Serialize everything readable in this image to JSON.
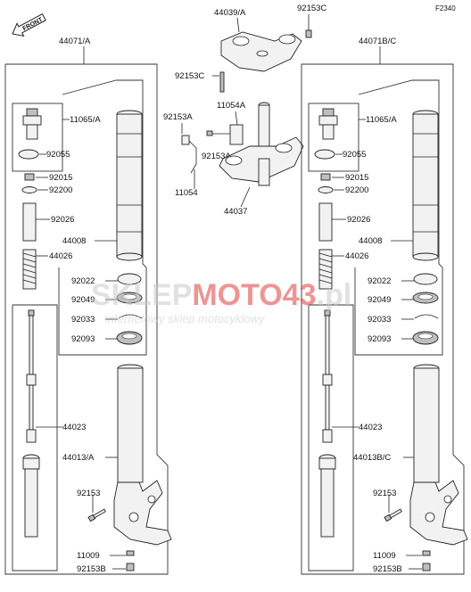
{
  "diagram": {
    "code": "F2340",
    "front_label": "FRONT",
    "watermark": {
      "part1": "SKLEP",
      "part2": "MOTO",
      "part3": "43",
      "part4": ".pl",
      "subtitle": "internetowy sklep motocyklowy",
      "color_gray": "#c9c9c9",
      "color_red": "#e23b3b"
    },
    "labels": {
      "top_clamp": "44039/A",
      "top_bolt": "92153C",
      "left_fork": "44071/A",
      "right_fork": "44071B/C",
      "stem_bolt_left": "92153C",
      "bracket": "11054A",
      "clamp_bolt": "92153A",
      "clamp_bolt2": "92153A",
      "guide": "11054",
      "lower_bracket": "44037",
      "cap_l": "11065/A",
      "oring_l": "92055",
      "nut_l": "92015",
      "washer_l": "92200",
      "collar_l": "92026",
      "spring_l": "44026",
      "tube_l": "44008",
      "seal1_l": "92022",
      "seal2_l": "92049",
      "clip_l": "92033",
      "dust_l": "92093",
      "rod_l": "44023",
      "outer_l": "44013/A",
      "axlebolt_l": "92153",
      "drain_l": "11009",
      "bottombolt_l": "92153B",
      "cap_r": "11065/A",
      "oring_r": "92055",
      "nut_r": "92015",
      "washer_r": "92200",
      "collar_r": "92026",
      "spring_r": "44026",
      "tube_r": "44008",
      "seal1_r": "92022",
      "seal2_r": "92049",
      "clip_r": "92033",
      "dust_r": "92093",
      "rod_r": "44023",
      "outer_r": "44013B/C",
      "axlebolt_r": "92153",
      "drain_r": "11009",
      "bottombolt_r": "92153B"
    }
  }
}
